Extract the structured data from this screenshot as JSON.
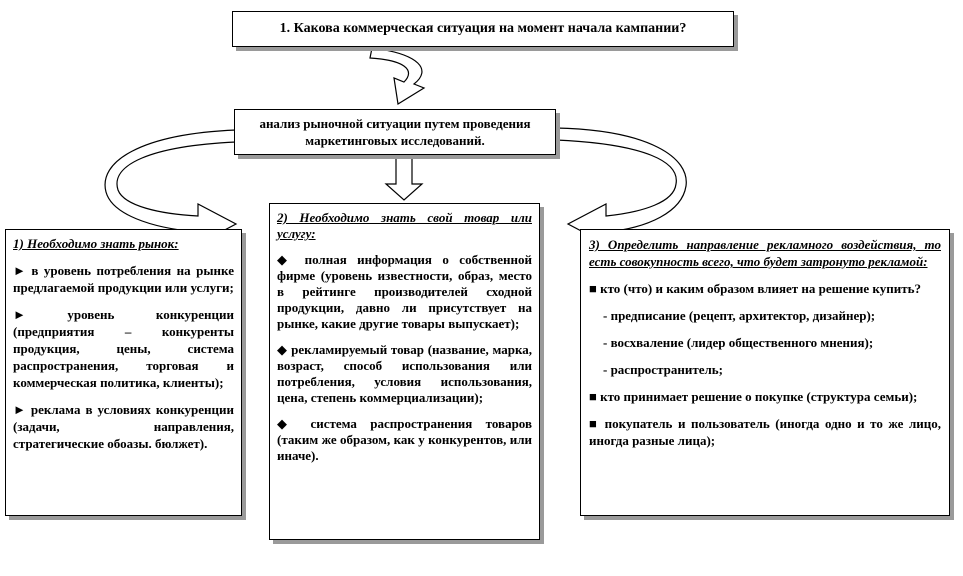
{
  "top": {
    "title": "1. Какова коммерческая ситуация на момент начала кампании?"
  },
  "middle": {
    "text": "анализ рыночной ситуации путем проведения маркетинговых исследований."
  },
  "left": {
    "heading": "1) Необходимо знать рынок:",
    "items": [
      "► в уровень потребления на рынке предлагаемой продукции или услуги;",
      "► уровень конкуренции (предприятия – конкуренты продукция, цены, система распространения, торговая и коммерческая политика, клиенты);",
      "► реклама в условиях конкуренции (задачи, направления, стратегические обоазы. бюлжет)."
    ]
  },
  "center": {
    "heading": "2) Необходимо знать свой товар или услугу:",
    "items": [
      "◆ полная информация о собственной фирме (уровень известности, образ, место в рейтинге производителей сходной продукции, давно ли присутствует на рынке, какие другие товары выпускает);",
      "◆ рекламируемый товар (название, марка, возраст, способ использования или потребления, условия использования, цена, степень коммерциализации);",
      "◆ система распространения товаров (таким же образом, как у конкурентов, или иначе)."
    ]
  },
  "right": {
    "heading": "3) Определить направление рекламного воздействия, то есть совокупность всего, что будет затронуто рекламой:",
    "item1": "■ кто (что) и каким образом влияет на решение купить?",
    "subitems": [
      "- предписание (рецепт, архитектор, дизайнер);",
      "- восхваление (лидер общественного мнения);",
      "- распространитель;"
    ],
    "item2": "■ кто принимает решение о покупке (структура семьи);",
    "item3": "■ покупатель и пользователь (иногда одно и то же лицо, иногда разные лица);"
  },
  "colors": {
    "border": "#000000",
    "shadow": "#9a9a9a",
    "arrow_fill": "#ffffff"
  }
}
